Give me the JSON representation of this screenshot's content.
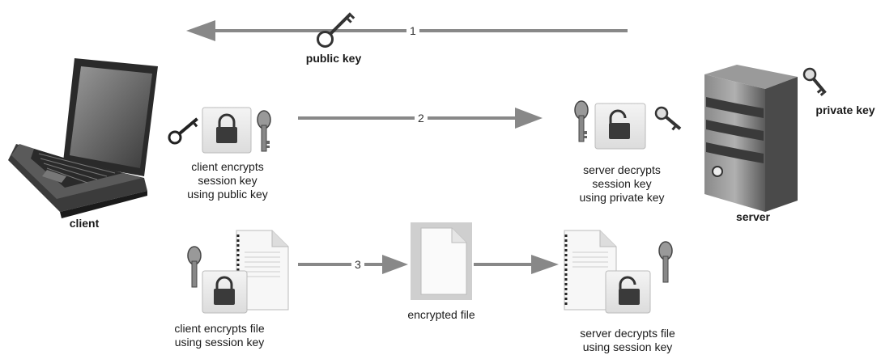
{
  "labels": {
    "public_key": "public key",
    "private_key": "private key",
    "client": "client",
    "server": "server",
    "client_encrypts_session_1": "client encrypts",
    "client_encrypts_session_2": "session key",
    "client_encrypts_session_3": "using public key",
    "server_decrypts_session_1": "server decrypts",
    "server_decrypts_session_2": "session key",
    "server_decrypts_session_3": "using private key",
    "encrypted_file": "encrypted file",
    "client_encrypts_file_1": "client encrypts file",
    "client_encrypts_file_2": "using session key",
    "server_decrypts_file_1": "server decrypts file",
    "server_decrypts_file_2": "using session key"
  },
  "steps": [
    "1",
    "2",
    "3"
  ],
  "colors": {
    "arrow": "#888888",
    "box": "#e6e6e6",
    "lock": "#3a3a3a",
    "server": "#6e6e6e",
    "laptop": "#2c2c2c"
  }
}
